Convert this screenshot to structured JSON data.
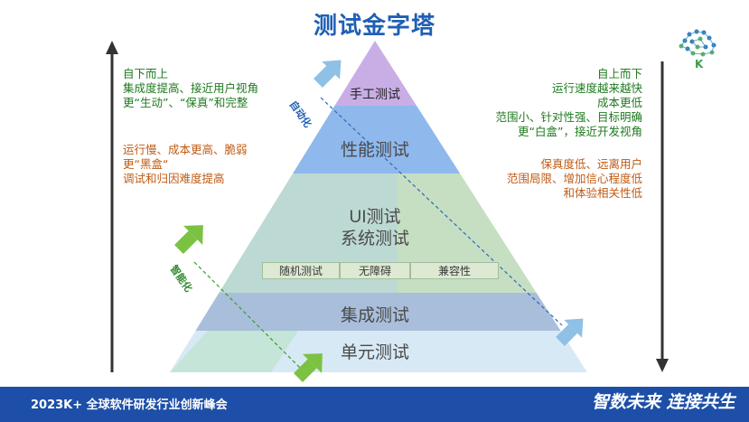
{
  "title": "测试金字塔",
  "layers": {
    "manual": "手工测试",
    "performance": "性能测试",
    "ui": "UI测试",
    "system": "系统测试",
    "sub_tests": [
      "随机测试",
      "无障碍",
      "兼容性"
    ],
    "integration": "集成测试",
    "unit": "单元测试"
  },
  "left_panel": {
    "green_lines": [
      "自下而上",
      "集成度提高、接近用户视角",
      "更“生动”、“保真”和完整"
    ],
    "orange_lines": [
      "运行慢、成本更高、脆弱",
      "更“黑盒“",
      "调试和归因难度提高"
    ]
  },
  "right_panel": {
    "green_lines": [
      "自上而下",
      "运行速度越来越快",
      "成本更低",
      "范围小、针对性强、目标明确",
      "更“白盒”，接近开发视角"
    ],
    "orange_lines": [
      "保真度低、远离用户",
      "范围局限、增加信心程度低",
      "和体验相关性低"
    ]
  },
  "arrows": {
    "automation_label": "自动化",
    "intelligence_label": "智能化"
  },
  "logo": {
    "letter": "K"
  },
  "footer": {
    "event": "2023K+ 全球软件研发行业创新峰会",
    "slogan": "智数未来 连接共生"
  },
  "colors": {
    "title": "#1f5fb4",
    "footer_bg": "#1d4fa8",
    "manual_layer": "#c9aee6",
    "performance_layer": "#8fb8ec",
    "ui_layer": "#c6dfc2",
    "integration_layer": "#a9bedb",
    "unit_layer": "#d8e9f6",
    "green_arrow": "#7cc242",
    "blue_arrow": "#8fc0e6"
  }
}
